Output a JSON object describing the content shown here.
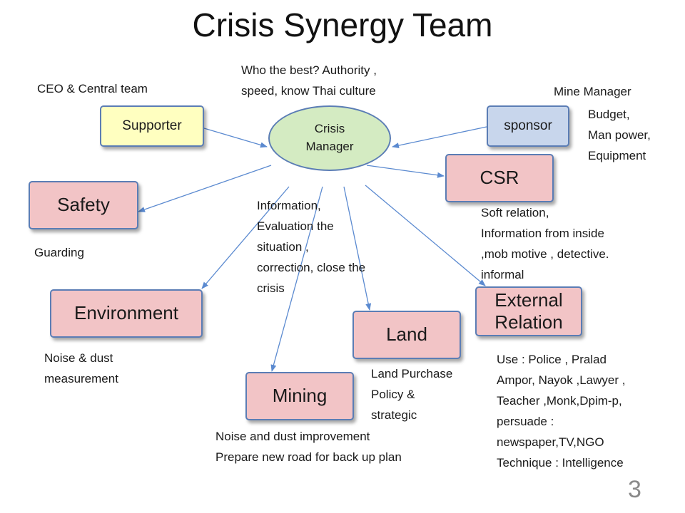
{
  "title": "Crisis Synergy Team",
  "center": {
    "label_line1": "Crisis",
    "label_line2": "Manager"
  },
  "boxes": {
    "supporter": "Supporter",
    "sponsor": "sponsor",
    "safety": "Safety",
    "csr": "CSR",
    "environment": "Environment",
    "external_relation_line1": "External",
    "external_relation_line2": "Relation",
    "land": "Land",
    "mining": "Mining"
  },
  "notes": {
    "who_best": [
      "Who the best? Authority ,",
      "speed, know Thai culture"
    ],
    "ceo": "CEO & Central team",
    "mine_manager": "Mine Manager",
    "budget": [
      "Budget,",
      "Man power,",
      "Equipment"
    ],
    "information": [
      "Information,",
      "Evaluation the",
      "situation ,",
      "correction, close the",
      "crisis"
    ],
    "soft_relation": [
      "Soft  relation,",
      "Information from inside",
      ",mob motive , detective.",
      "informal"
    ],
    "guarding": "Guarding",
    "noise_dust_measure": [
      "Noise & dust",
      "measurement"
    ],
    "land_purchase": [
      "Land Purchase",
      "Policy &",
      "strategic"
    ],
    "use_police": [
      "Use : Police , Pralad",
      "Ampor, Nayok ,Lawyer ,",
      "Teacher ,Monk,Dpim-p,",
      "persuade :",
      "newspaper,TV,NGO",
      "Technique : Intelligence"
    ],
    "noise_improve": [
      "Noise and dust improvement",
      "Prepare new road  for back up plan"
    ]
  },
  "page_number": "3",
  "colors": {
    "role_box": "#f2c4c6",
    "supporter_box": "#ffffc0",
    "sponsor_box": "#c8d6ec",
    "crisis_manager": "#d4ebc2",
    "border": "#5b7db5",
    "arrow": "#5b8ad0"
  }
}
